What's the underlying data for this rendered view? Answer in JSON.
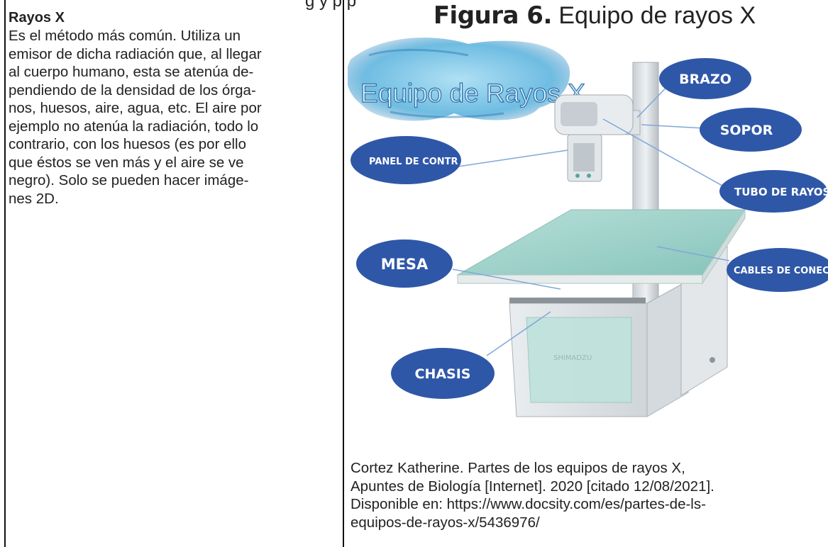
{
  "header": {
    "cut_text": "g y    p p"
  },
  "left_cell": {
    "heading": "Rayos X",
    "lines": [
      "Es el método más común. Utiliza un",
      "emisor de dicha radiación que, al llegar",
      "al cuerpo humano, esta se atenúa de-",
      "pendiendo de la densidad de los órga-",
      "nos, huesos, aire, agua, etc. El aire por",
      "ejemplo no atenúa la radiación, todo lo",
      "contrario, con los huesos (es por ello",
      "que éstos se ven más y el aire se ve",
      "negro). Solo se pueden hacer imáge-",
      "nes 2D."
    ]
  },
  "figure": {
    "label": "Figura 6.",
    "caption": "Equipo de rayos X",
    "banner_text": "Equipo de Rayos X",
    "brand": "SHIMADZU",
    "callouts": {
      "brazo": "BRAZO",
      "soporte": "SOPOR",
      "panel": "PANEL DE CONTR",
      "tubo": "TUBO DE RAYOS",
      "mesa": "MESA",
      "cables": "CABLES DE CONECC",
      "chasis": "CHASIS"
    },
    "colors": {
      "callout_fill": "#2f57a8",
      "banner": "#2a6fa8",
      "watercolor": "#6ec3e6",
      "table_top": "#9fd1c9"
    }
  },
  "citation": {
    "lines": [
      "Cortez Katherine. Partes de los equipos de rayos X,",
      "Apuntes de Biología [Internet]. 2020 [citado 12/08/2021].",
      "Disponible en: https://www.docsity.com/es/partes-de-ls-",
      "equipos-de-rayos-x/5436976/"
    ]
  }
}
